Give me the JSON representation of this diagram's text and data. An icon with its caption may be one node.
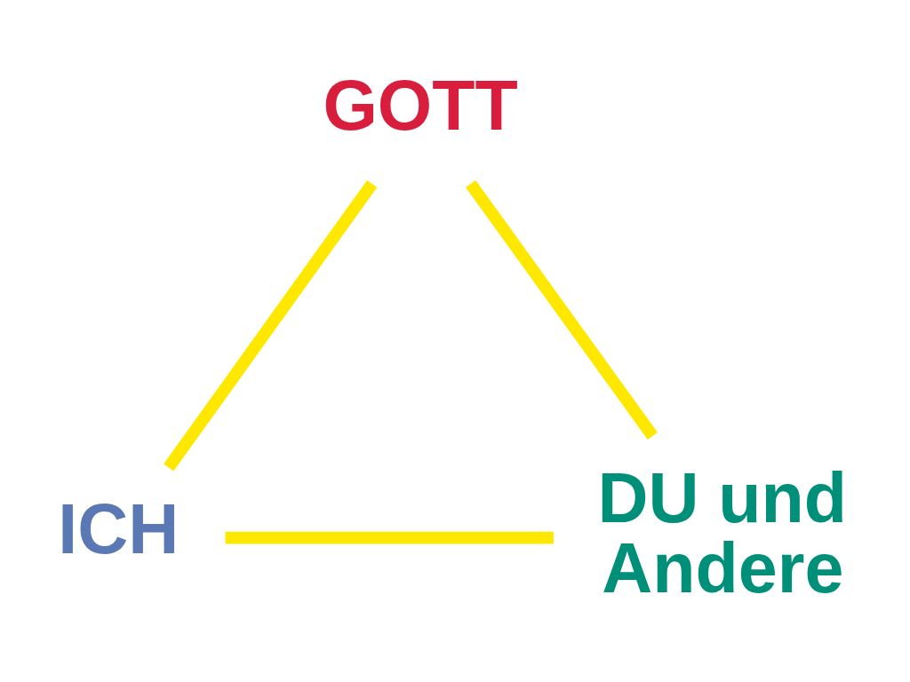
{
  "diagram": {
    "nodes": [
      {
        "text": [
          "GOTT"
        ]
      },
      {
        "text": [
          "ICH"
        ]
      },
      {
        "text": [
          "DU und Andere"
        ]
      }
    ],
    "edges": [
      {
        "from": 0,
        "to": 1,
        "arrow": "none"
      },
      {
        "from": 0,
        "to": 2,
        "arrow": "none"
      },
      {
        "from": 1,
        "to": 2,
        "arrow": "none"
      }
    ]
  }
}
